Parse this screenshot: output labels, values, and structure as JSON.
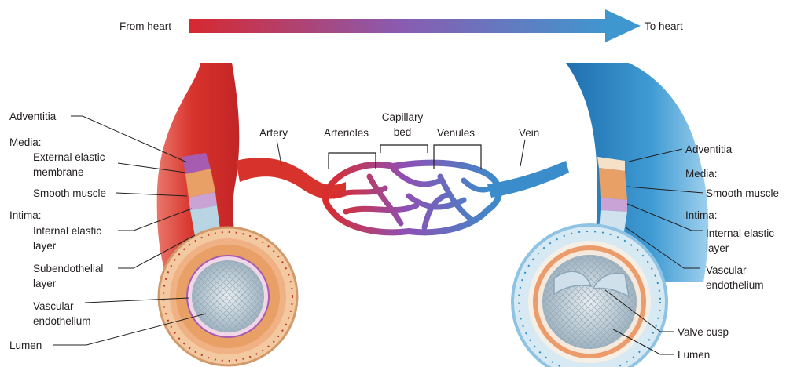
{
  "flow": {
    "from_label": "From heart",
    "to_label": "To heart",
    "start_color": "#d7282f",
    "mid_color": "#8a5bb0",
    "end_color": "#3f97cf"
  },
  "center": {
    "artery": "Artery",
    "arterioles": "Arterioles",
    "capillary_line1": "Capillary",
    "capillary_line2": "bed",
    "venules": "Venules",
    "vein": "Vein"
  },
  "artery_labels": {
    "adventitia": "Adventitia",
    "media": "Media:",
    "external_elastic_1": "External elastic",
    "external_elastic_2": "membrane",
    "smooth_muscle": "Smooth muscle",
    "intima": "Intima:",
    "internal_elastic_1": "Internal elastic",
    "internal_elastic_2": "layer",
    "subendothelial_1": "Subendothelial",
    "subendothelial_2": "layer",
    "vascular_1": "Vascular",
    "vascular_2": "endothelium",
    "lumen": "Lumen"
  },
  "vein_labels": {
    "adventitia": "Adventitia",
    "media": "Media:",
    "smooth_muscle": "Smooth muscle",
    "intima": "Intima:",
    "internal_elastic_1": "Internal elastic",
    "internal_elastic_2": "layer",
    "vascular_1": "Vascular",
    "vascular_2": "endothelium",
    "valve_cusp": "Valve cusp",
    "lumen": "Lumen"
  },
  "colors": {
    "artery_red": "#d9302d",
    "vein_blue": "#2f8fc6",
    "muscle_orange": "#e8a066",
    "elastic_purple": "#a65cb0",
    "endothelium_blue": "#b9d4e3"
  }
}
